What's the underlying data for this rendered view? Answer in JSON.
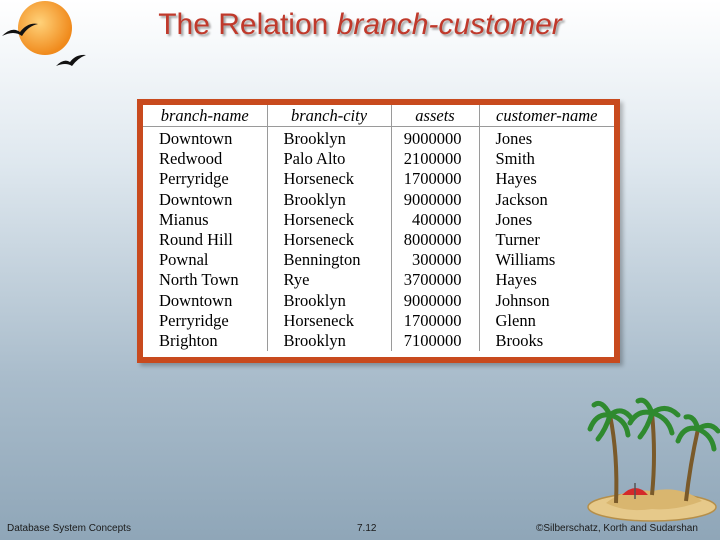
{
  "title": {
    "prefix": "The Relation ",
    "emphasis": "branch-customer"
  },
  "table": {
    "columns": [
      "branch-name",
      "branch-city",
      "assets",
      "customer-name"
    ],
    "rows": [
      [
        "Downtown",
        "Brooklyn",
        "9000000",
        "Jones"
      ],
      [
        "Redwood",
        "Palo Alto",
        "2100000",
        "Smith"
      ],
      [
        "Perryridge",
        "Horseneck",
        "1700000",
        "Hayes"
      ],
      [
        "Downtown",
        "Brooklyn",
        "9000000",
        "Jackson"
      ],
      [
        "Mianus",
        "Horseneck",
        "400000",
        "Jones"
      ],
      [
        "Round Hill",
        "Horseneck",
        "8000000",
        "Turner"
      ],
      [
        "Pownal",
        "Bennington",
        "300000",
        "Williams"
      ],
      [
        "North Town",
        "Rye",
        "3700000",
        "Hayes"
      ],
      [
        "Downtown",
        "Brooklyn",
        "9000000",
        "Johnson"
      ],
      [
        "Perryridge",
        "Horseneck",
        "1700000",
        "Glenn"
      ],
      [
        "Brighton",
        "Brooklyn",
        "7100000",
        "Brooks"
      ]
    ]
  },
  "footer": {
    "left": "Database System Concepts",
    "center": "7.12",
    "right": "©Silberschatz, Korth and Sudarshan"
  },
  "colors": {
    "title": "#c0392b",
    "table_frame": "#c84a1e"
  },
  "icons": {
    "top_left": "sun-with-seagulls-icon",
    "bottom_right": "palm-island-icon"
  }
}
